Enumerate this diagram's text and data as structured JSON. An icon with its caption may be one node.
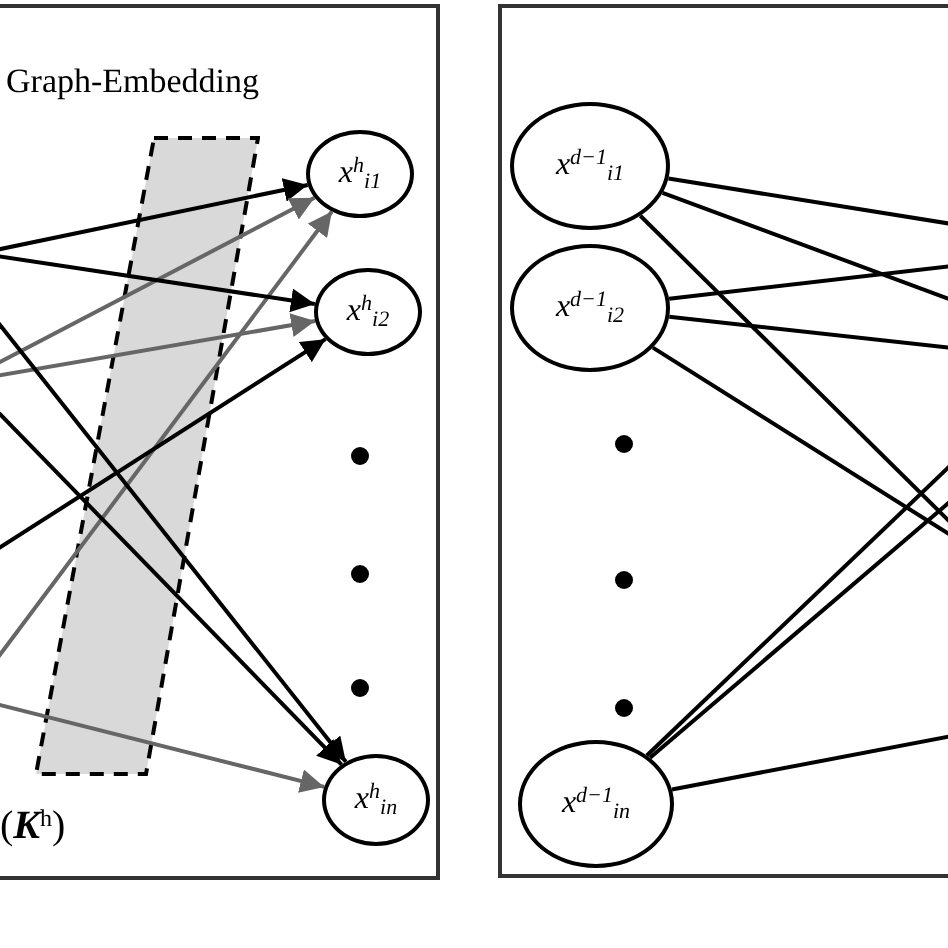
{
  "diagram": {
    "nodes": [
      {
        "text": [
          "Graph-Embedding"
        ]
      },
      {
        "text": [
          "x$^{h}$$_{i1}$"
        ],
        "in": 0
      },
      {
        "text": [
          "x$^{h}$$_{i2}$"
        ],
        "in": 0
      },
      {
        "text": [
          "x$^{h}$$_{in}$"
        ],
        "in": 0
      },
      {
        "text": [],
        "shape": "box"
      },
      {
        "text": [
          "x$^{d−1}$$_{i1}$"
        ],
        "in": 4
      },
      {
        "text": [
          "x$^{d−1}$$_{i2}$"
        ],
        "in": 4
      },
      {
        "text": [
          "x$^{d−1}$$_{in}$"
        ],
        "in": 4
      },
      {
        "text": [],
        "shape": "box",
        "in": 0,
        "beside": [
          "(**K**$^{h}$)"
        ]
      }
    ],
    "edges": [
      {
        "from": null,
        "to": 1,
        "arrow": "to"
      },
      {
        "from": null,
        "to": 1,
        "arrow": "to",
        "color": "#666666"
      },
      {
        "from": null,
        "to": 1,
        "arrow": "to",
        "color": "#666666"
      },
      {
        "from": null,
        "to": 2,
        "arrow": "to"
      },
      {
        "from": null,
        "to": 2,
        "arrow": "to",
        "color": "#666666"
      },
      {
        "from": null,
        "to": 2,
        "arrow": "to"
      },
      {
        "from": null,
        "to": 3,
        "arrow": "to"
      },
      {
        "from": null,
        "to": 3,
        "arrow": "to"
      },
      {
        "from": null,
        "to": 3,
        "arrow": "to",
        "color": "#666666"
      },
      {
        "from": 5,
        "to": null,
        "arrow": "none"
      },
      {
        "from": 5,
        "to": null,
        "arrow": "none"
      },
      {
        "from": 5,
        "to": null,
        "arrow": "none"
      },
      {
        "from": 6,
        "to": null,
        "arrow": "none"
      },
      {
        "from": 6,
        "to": null,
        "arrow": "none"
      },
      {
        "from": 6,
        "to": null,
        "arrow": "none"
      },
      {
        "from": 7,
        "to": null,
        "arrow": "none"
      },
      {
        "from": 7,
        "to": null,
        "arrow": "none"
      },
      {
        "from": 7,
        "to": null,
        "arrow": "none"
      }
    ]
  }
}
